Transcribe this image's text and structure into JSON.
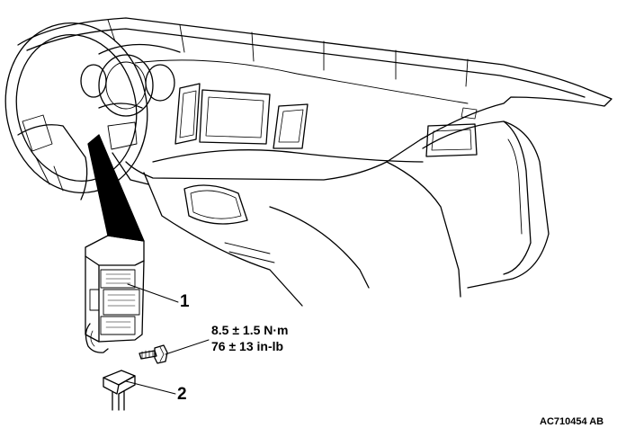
{
  "callouts": [
    "1",
    "2"
  ],
  "torque": {
    "metric": "8.5 ± 1.5 N·m",
    "imperial": "76 ± 13 in-lb"
  },
  "figure_id": "AC710454 AB",
  "colors": {
    "line": "#000000",
    "background": "#ffffff"
  }
}
